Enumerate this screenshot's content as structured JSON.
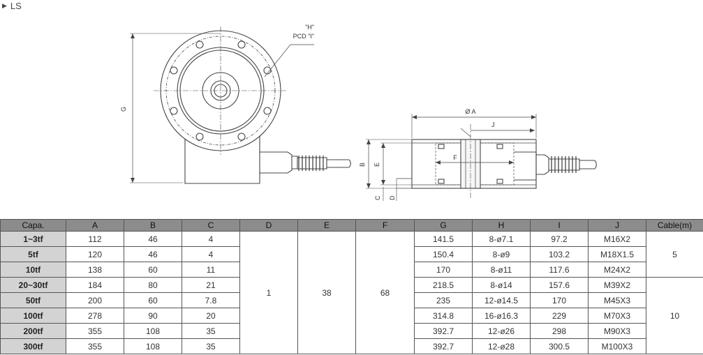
{
  "title": "LS",
  "drawing": {
    "labels": {
      "H": "\"H\"",
      "I": "PCD \"I\"",
      "G": "G",
      "A": "Ø A",
      "J": "J",
      "B": "B",
      "E": "E",
      "F": "F",
      "C": "C",
      "D": "D"
    }
  },
  "table": {
    "headers": [
      "Capa.",
      "A",
      "B",
      "C",
      "D",
      "E",
      "F",
      "G",
      "H",
      "I",
      "J",
      "Cable(m)"
    ],
    "rows": [
      [
        "1~3tf",
        "112",
        "46",
        "4",
        "141.5",
        "8-ø7.1",
        "97.2",
        "M16X2"
      ],
      [
        "5tf",
        "120",
        "46",
        "4",
        "150.4",
        "8-ø9",
        "103.2",
        "M18X1.5"
      ],
      [
        "10tf",
        "138",
        "60",
        "11",
        "170",
        "8-ø11",
        "117.6",
        "M24X2"
      ],
      [
        "20~30tf",
        "184",
        "80",
        "21",
        "218.5",
        "8-ø14",
        "157.6",
        "M39X2"
      ],
      [
        "50tf",
        "200",
        "60",
        "7.8",
        "235",
        "12-ø14.5",
        "170",
        "M45X3"
      ],
      [
        "100tf",
        "278",
        "90",
        "20",
        "314.8",
        "16-ø16.3",
        "229",
        "M70X3"
      ],
      [
        "200tf",
        "355",
        "108",
        "35",
        "392.7",
        "12-ø26",
        "298",
        "M90X3"
      ],
      [
        "300tf",
        "355",
        "108",
        "35",
        "392.7",
        "12-ø28",
        "300.5",
        "M100X3"
      ]
    ],
    "shared": {
      "D": "1",
      "E": "38",
      "F": "68"
    },
    "cable": [
      "5",
      "10"
    ]
  }
}
